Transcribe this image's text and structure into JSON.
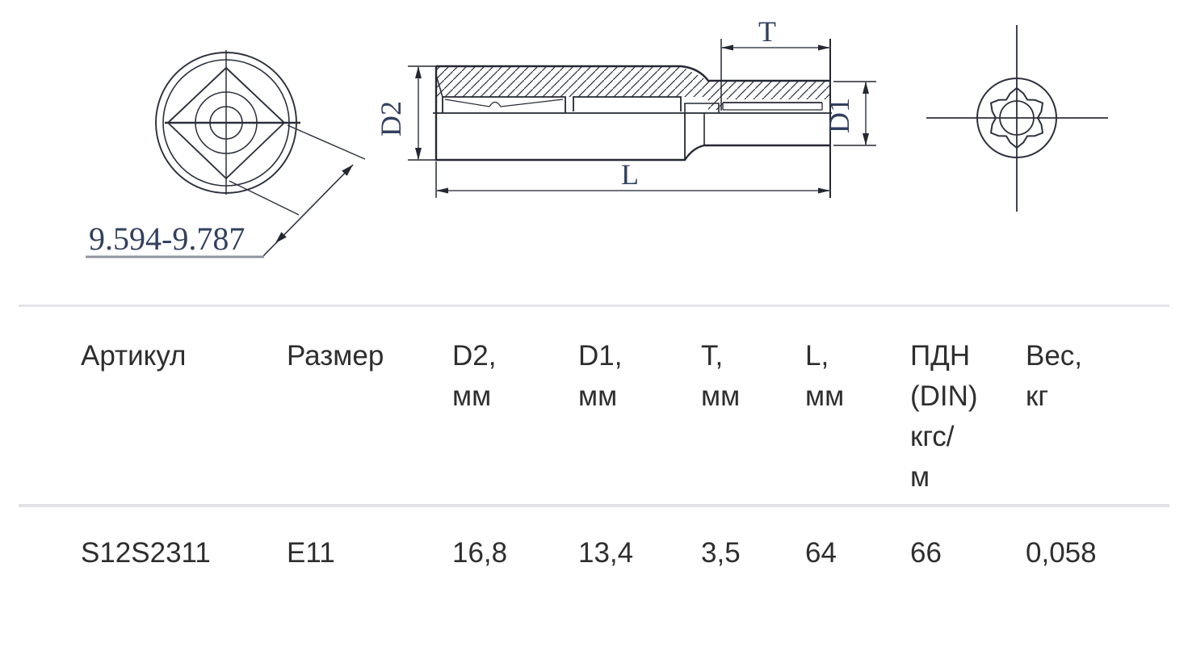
{
  "drawing": {
    "front_view": {
      "square_drive_dimension": "9.594-9.787"
    },
    "section_view": {
      "labels": {
        "outer_diameter": "D2",
        "tip_length": "T",
        "tip_diameter": "D1",
        "total_length": "L"
      }
    }
  },
  "table": {
    "headers": [
      {
        "lines": [
          "Артикул"
        ]
      },
      {
        "lines": [
          "Размер"
        ]
      },
      {
        "lines": [
          "D2,",
          "мм"
        ]
      },
      {
        "lines": [
          "D1,",
          "мм"
        ]
      },
      {
        "lines": [
          "T,",
          "мм"
        ]
      },
      {
        "lines": [
          "L,",
          "мм"
        ]
      },
      {
        "lines": [
          "ПДН",
          "(DIN)",
          "кгс/",
          "м"
        ]
      },
      {
        "lines": [
          "Вес,",
          "кг"
        ]
      }
    ],
    "row": {
      "article": "S12S2311",
      "size": "E11",
      "d2_mm": "16,8",
      "d1_mm": "13,4",
      "t_mm": "3,5",
      "l_mm": "64",
      "pdn_din": "66",
      "weight_kg": "0,058"
    }
  }
}
